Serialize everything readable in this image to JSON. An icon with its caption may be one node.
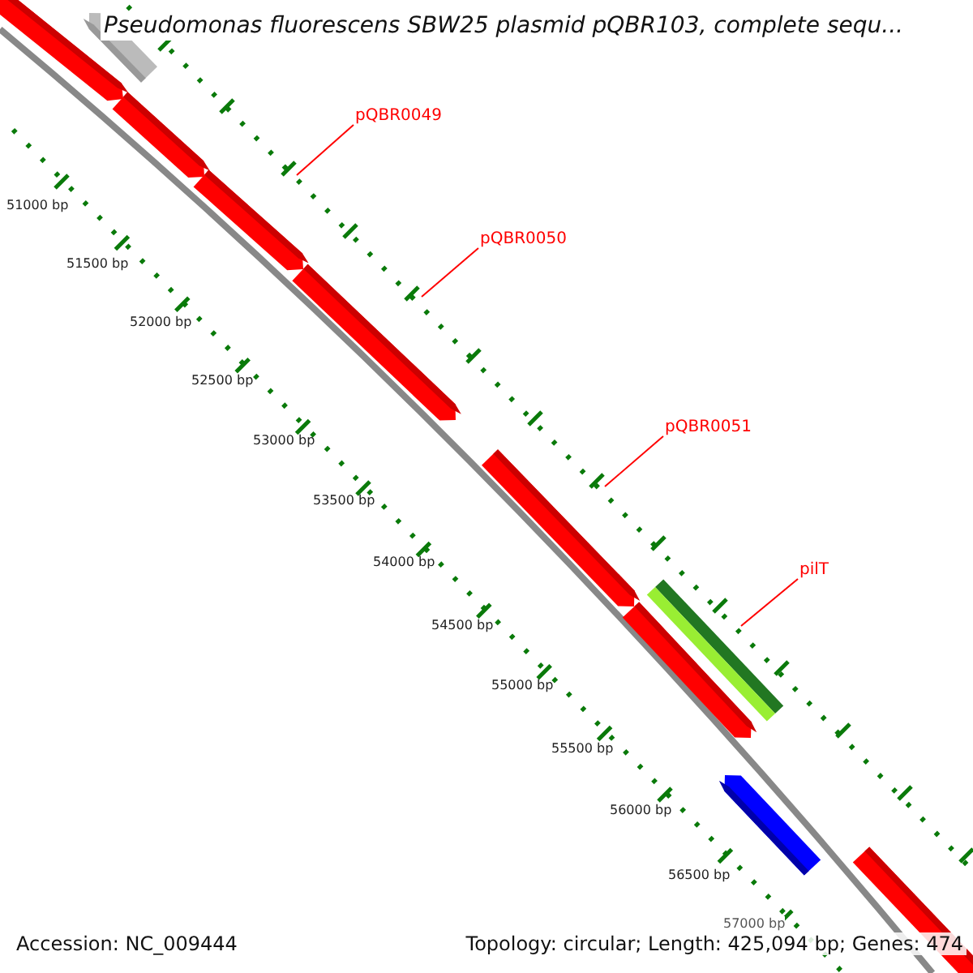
{
  "diagram": {
    "title": "Pseudomonas fluorescens SBW25 plasmid pQBR103, complete sequ...",
    "nodes": [
      {
        "text": [
          "pQBR0049"
        ]
      },
      {
        "text": [
          "pQBR0050"
        ]
      },
      {
        "text": [
          "pQBR0051"
        ]
      },
      {
        "text": [
          "pilT"
        ]
      }
    ],
    "edges": [
      {
        "from": 0,
        "to": null,
        "arrow": "none"
      },
      {
        "from": 1,
        "to": null,
        "arrow": "none"
      },
      {
        "from": 2,
        "to": null,
        "arrow": "none"
      },
      {
        "from": 3,
        "to": null,
        "arrow": "none"
      }
    ],
    "labels": [
      "51000 bp",
      "51500 bp",
      "52000 bp",
      "52500 bp",
      "53000 bp",
      "53500 bp",
      "54000 bp",
      "54500 bp",
      "55000 bp",
      "55500 bp",
      "56000 bp",
      "56500 bp",
      "57000 bp",
      "Accession: NC_009444",
      "Topology: circular; Length: 425,094 bp; Genes: 474"
    ]
  }
}
